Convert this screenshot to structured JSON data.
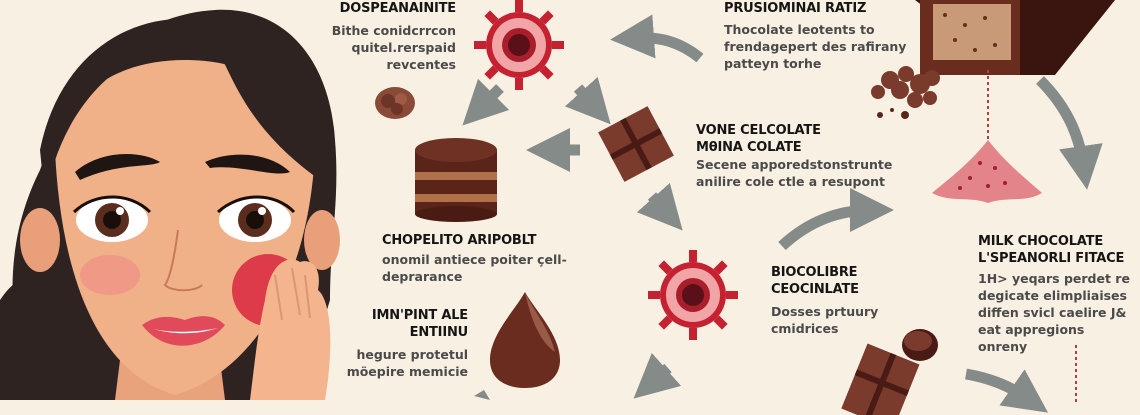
{
  "colors": {
    "background": "#f8f1e3",
    "arrow": "#848b89",
    "chocolate": "#7a3a2c",
    "chocolate_dark": "#4a1b15",
    "virus_red": "#c42231",
    "virus_pink": "#f1a5a6",
    "skin": "#f0b088",
    "hair": "#2e2320",
    "blush_pad": "#dd3a4a"
  },
  "figure": {
    "subject": "woman-applying-blush-pad",
    "icons": [
      "virus-icon",
      "chocolate-bar-icon",
      "layer-cake-icon",
      "chocolate-drop-icon",
      "chocolate-square-icon",
      "cocoa-beans-icon",
      "powder-cone-icon"
    ]
  },
  "blocks": [
    {
      "title": "DOSPEANAINITE",
      "body": [
        "Bithe conidcrrcon",
        "quitel.rerspaid",
        "revcentes"
      ]
    },
    {
      "title": "PRUSIOMINAI RATIZ",
      "body": [
        "Thocolate leotents to",
        "frendagepert des rafirany",
        "patteyn torhe"
      ]
    },
    {
      "title": "VONE CELCOLATE",
      "title2": "MθINA COLATE",
      "body": [
        "Secene apporedstonstrunte",
        "anilire cole ctle a resupont"
      ]
    },
    {
      "title": "CHOPELITO ARIPOBLT",
      "body": [
        "onomil antiece poiter çell-",
        "deprarance"
      ]
    },
    {
      "title": "IMN'PINT ALE",
      "title2": "ENTIINU",
      "body": [
        "hegure protetul",
        "möepire memicie"
      ]
    },
    {
      "title": "BIOCOLIBRE",
      "title2": "CEOCINLATE",
      "body": [
        "Dosses prtuury",
        "cmidrices"
      ]
    },
    {
      "title": "MILK CHOCOLATE",
      "title2": "L'SPEANORLI FITACE",
      "body": [
        "1H> yeqars perdet re",
        "degicate elimpliaises",
        "diffen svicl caelire J&",
        "eat appregions",
        "onreny"
      ]
    }
  ]
}
